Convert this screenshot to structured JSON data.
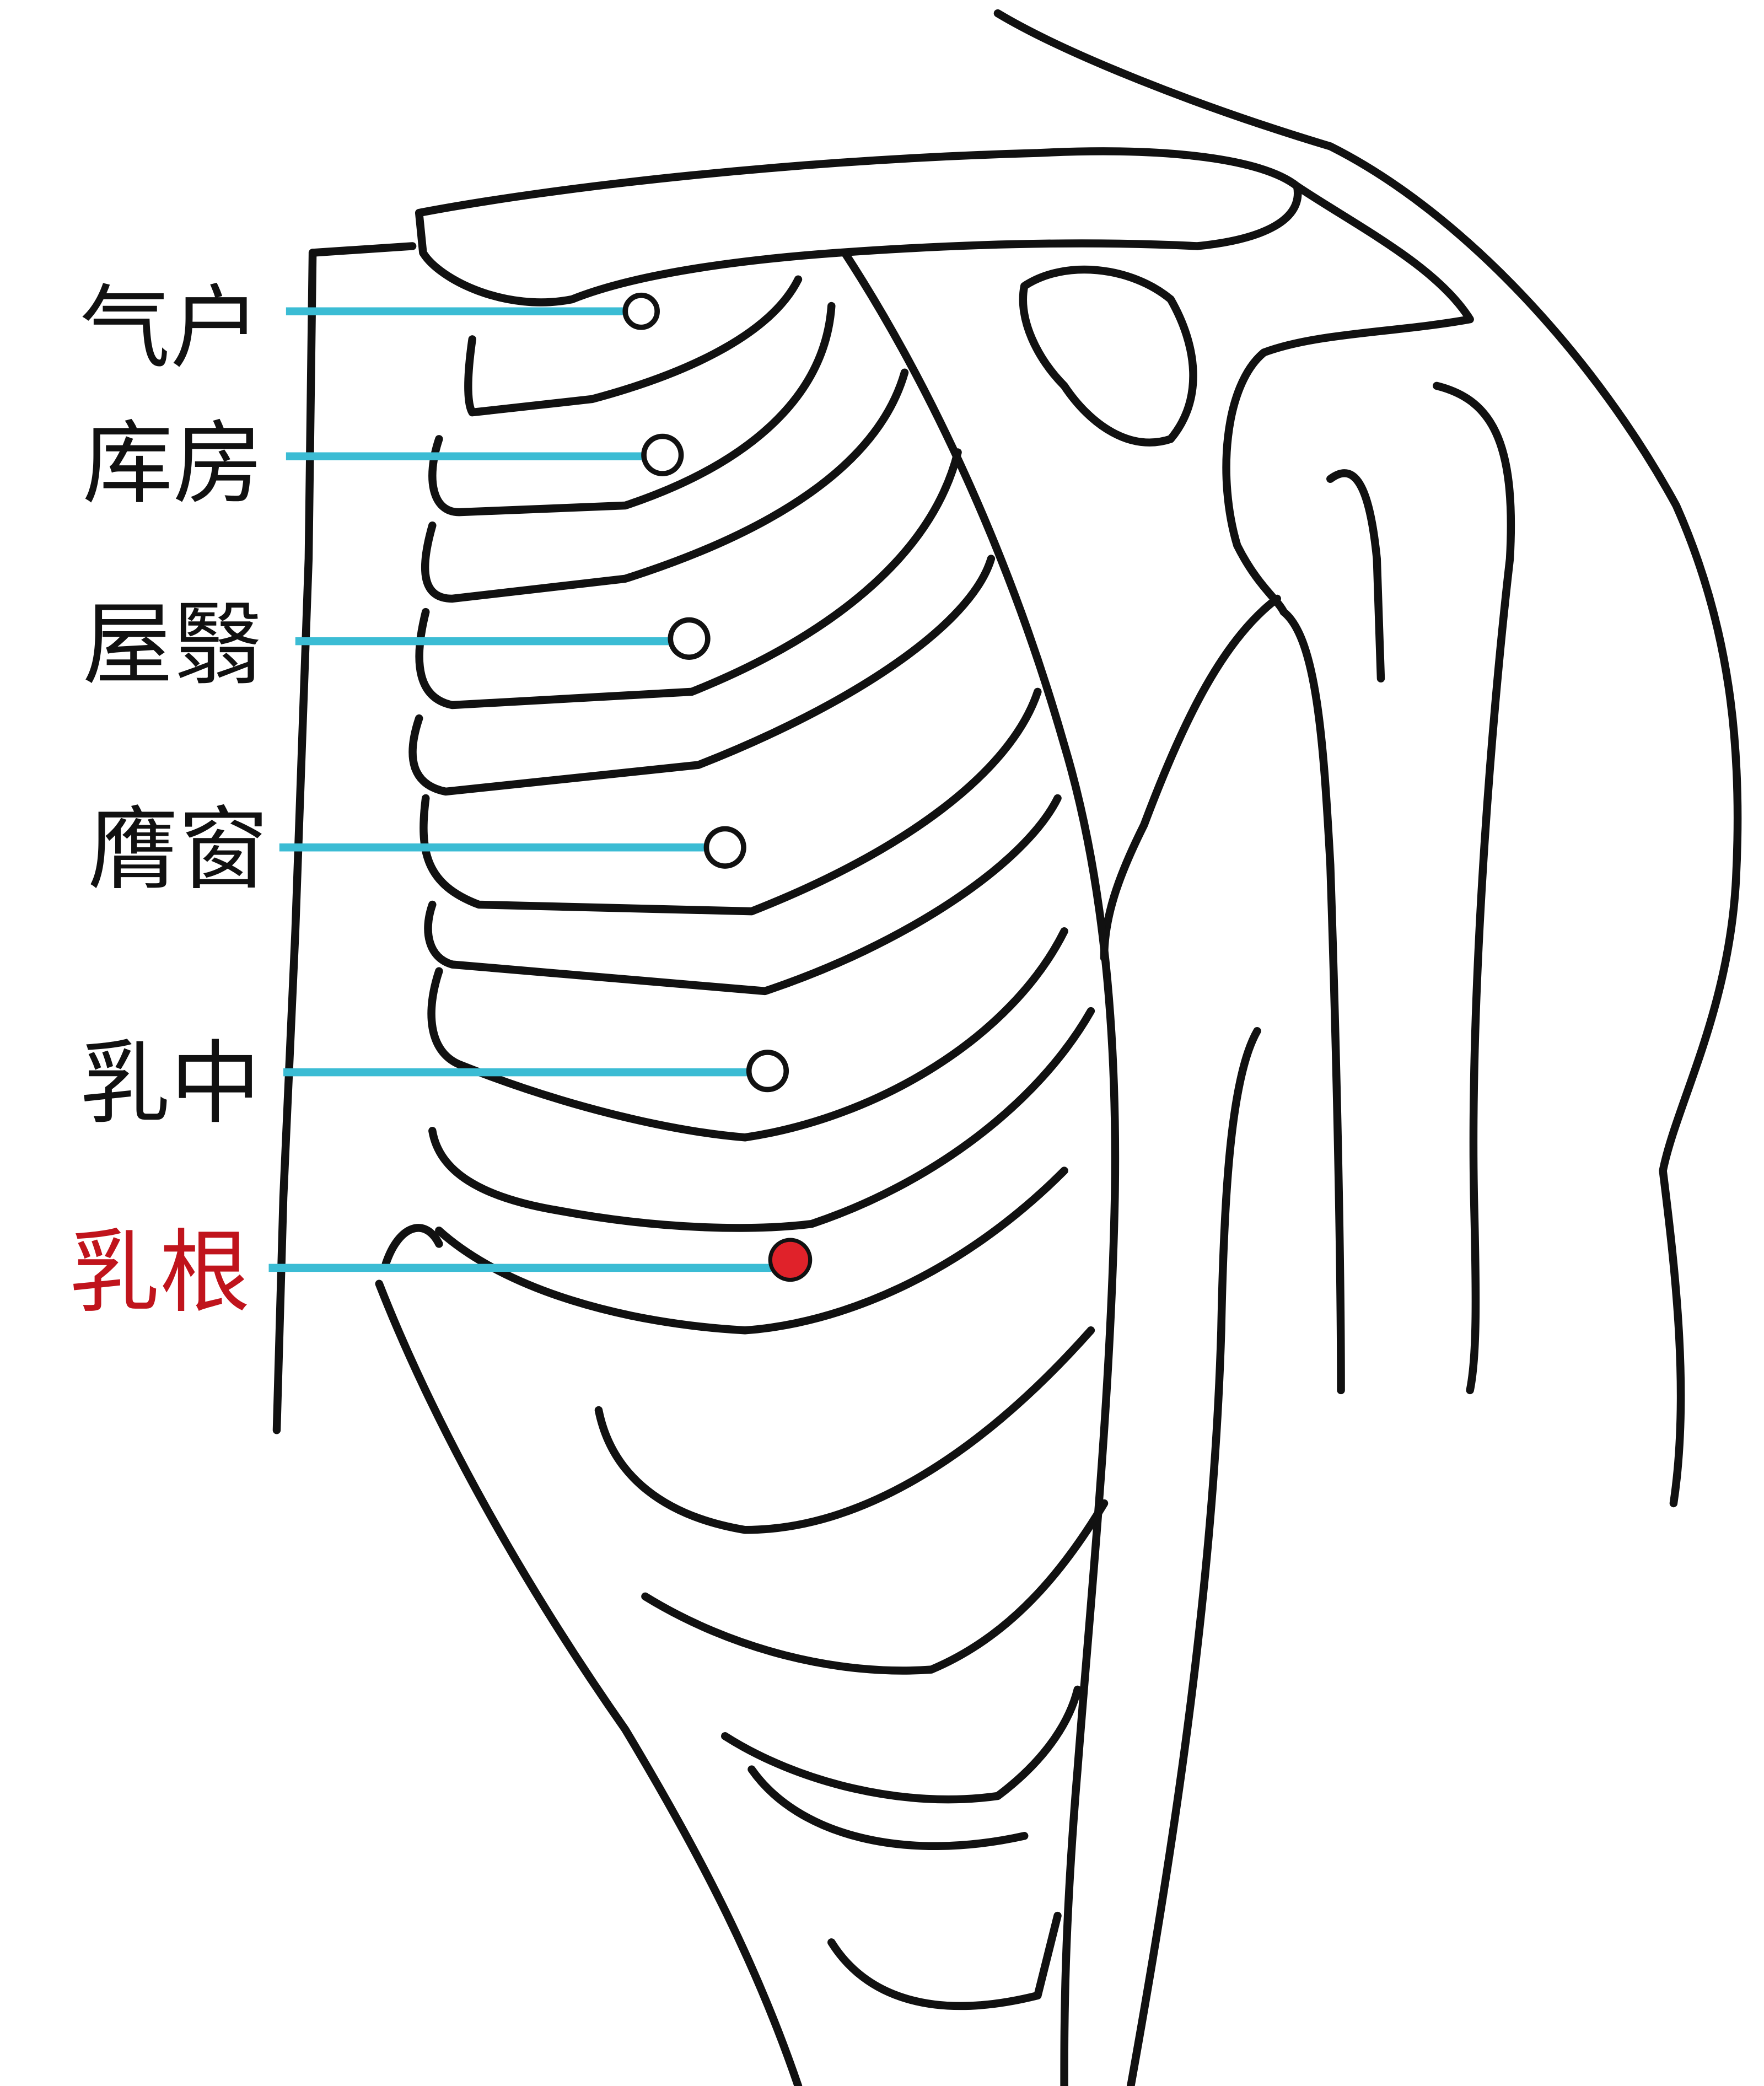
{
  "title": "Acupoints of the chest (Stomach meridian)",
  "colors": {
    "leader_line": "#3bbcd4",
    "highlight": "#c0141c",
    "point_fill": "#e0222a",
    "outline": "#111111"
  },
  "acupoints": [
    {
      "name": "气户",
      "highlighted": false
    },
    {
      "name": "库房",
      "highlighted": false
    },
    {
      "name": "屋翳",
      "highlighted": false
    },
    {
      "name": "膺窗",
      "highlighted": false
    },
    {
      "name": "乳中",
      "highlighted": false
    },
    {
      "name": "乳根",
      "highlighted": true
    }
  ]
}
